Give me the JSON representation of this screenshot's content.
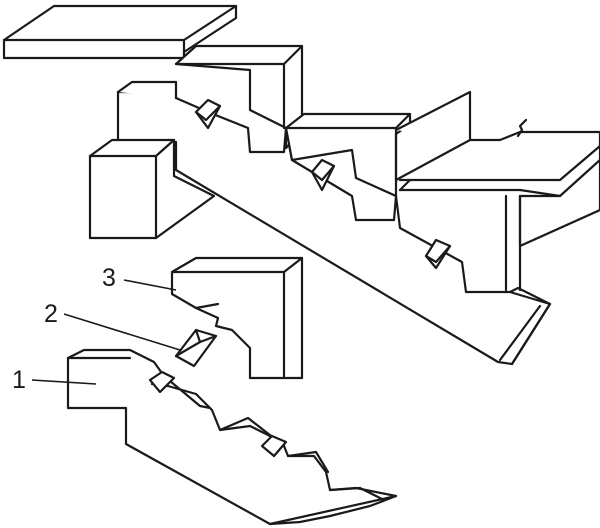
{
  "labels": [
    {
      "id": "1",
      "text": "1"
    },
    {
      "id": "2",
      "text": "2"
    },
    {
      "id": "3",
      "text": "3"
    }
  ],
  "colors": {
    "stroke": "#1a1a1a",
    "background": "#ffffff"
  }
}
